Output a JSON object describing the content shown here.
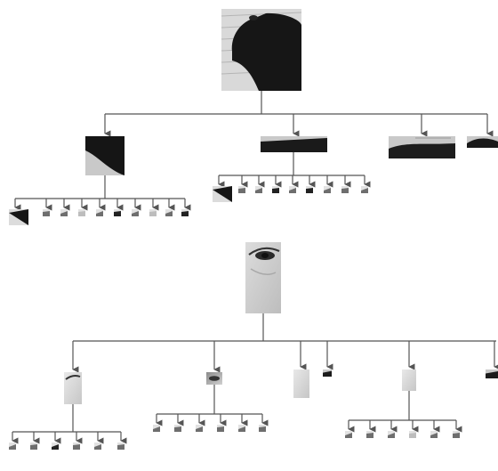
{
  "colors": {
    "background": "#ffffff",
    "connector": "#555555"
  },
  "trees": [
    {
      "root": {
        "name": "root-image-bull",
        "icon": "bull-photo",
        "tone": "dark"
      },
      "children": [
        {
          "name": "patch-shoulder",
          "icon": "bull-shoulder-crop",
          "tone": "dark",
          "leaves": [
            "dark",
            "mid",
            "mid",
            "light",
            "mid",
            "dark",
            "mid",
            "light",
            "mid",
            "dark"
          ]
        },
        {
          "name": "patch-back",
          "icon": "bull-back-crop",
          "tone": "dark",
          "leaves": [
            "dark",
            "mid",
            "mid",
            "dark",
            "mid",
            "dark",
            "mid",
            "mid",
            "mid",
            "dark"
          ]
        },
        {
          "name": "patch-body",
          "icon": "bull-body-crop",
          "tone": "dark",
          "leaves": []
        },
        {
          "name": "patch-rump",
          "icon": "bull-rump-crop",
          "tone": "dark",
          "leaves": []
        }
      ]
    },
    {
      "root": {
        "name": "root-image-eye",
        "icon": "eye-photo",
        "tone": "light"
      },
      "children": [
        {
          "name": "patch-eyelid",
          "icon": "eyelid-crop",
          "tone": "light",
          "leaves": [
            "mid",
            "mid",
            "dark",
            "mid",
            "mid",
            "mid"
          ]
        },
        {
          "name": "patch-eye",
          "icon": "eye-crop",
          "tone": "mid",
          "leaves": [
            "mid",
            "mid",
            "mid",
            "mid",
            "mid",
            "mid"
          ]
        },
        {
          "name": "patch-cheek",
          "icon": "cheek-crop",
          "tone": "light",
          "leaves": []
        },
        {
          "name": "patch-small",
          "icon": "small-crop",
          "tone": "dark",
          "leaves": []
        },
        {
          "name": "patch-skin",
          "icon": "skin-crop",
          "tone": "light",
          "leaves": [
            "mid",
            "mid",
            "mid",
            "light",
            "mid",
            "mid"
          ]
        },
        {
          "name": "patch-edge",
          "icon": "edge-crop",
          "tone": "dark",
          "leaves": []
        }
      ]
    }
  ]
}
